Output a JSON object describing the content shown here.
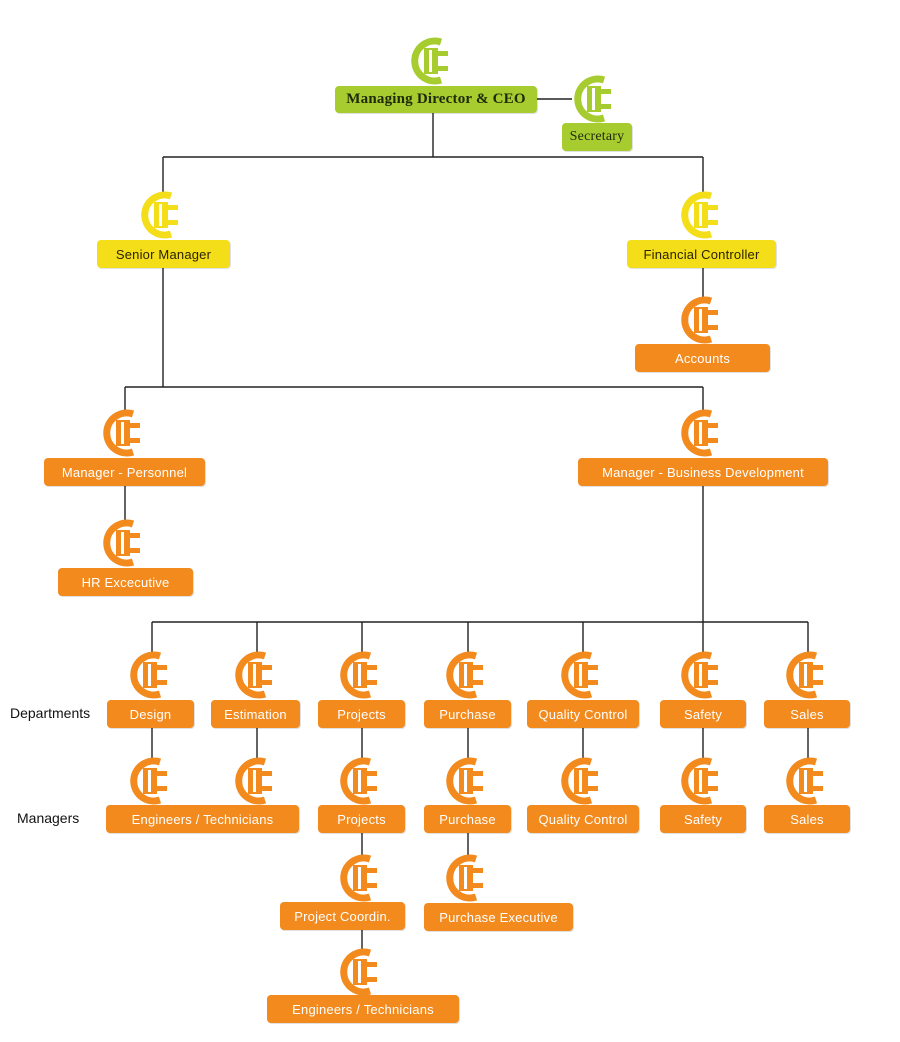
{
  "colors": {
    "green": "#a6cc2f",
    "yellow": "#f3de19",
    "orange": "#f28a1e",
    "line": "#222222"
  },
  "row_labels": {
    "departments": "Departments",
    "managers": "Managers"
  },
  "nodes": {
    "ceo": "Managing Director & CEO",
    "secretary": "Secretary",
    "senior_manager": "Senior Manager",
    "financial_controller": "Financial Controller",
    "accounts": "Accounts",
    "manager_personnel": "Manager - Personnel",
    "hr_executive": "HR Excecutive",
    "manager_business_development": "Manager - Business Development",
    "dept_design": "Design",
    "dept_estimation": "Estimation",
    "dept_projects": "Projects",
    "dept_purchase": "Purchase",
    "dept_quality_control": "Quality Control",
    "dept_safety": "Safety",
    "dept_sales": "Sales",
    "mgr_engineers_technicians": "Engineers / Technicians",
    "mgr_projects": "Projects",
    "mgr_purchase": "Purchase",
    "mgr_quality_control": "Quality Control",
    "mgr_safety": "Safety",
    "mgr_sales": "Sales",
    "project_coordinator": "Project Coordin.",
    "purchase_executive": "Purchase Executive",
    "engineers_technicians_bottom": "Engineers / Technicians"
  },
  "icon_name": "person-plug-icon"
}
